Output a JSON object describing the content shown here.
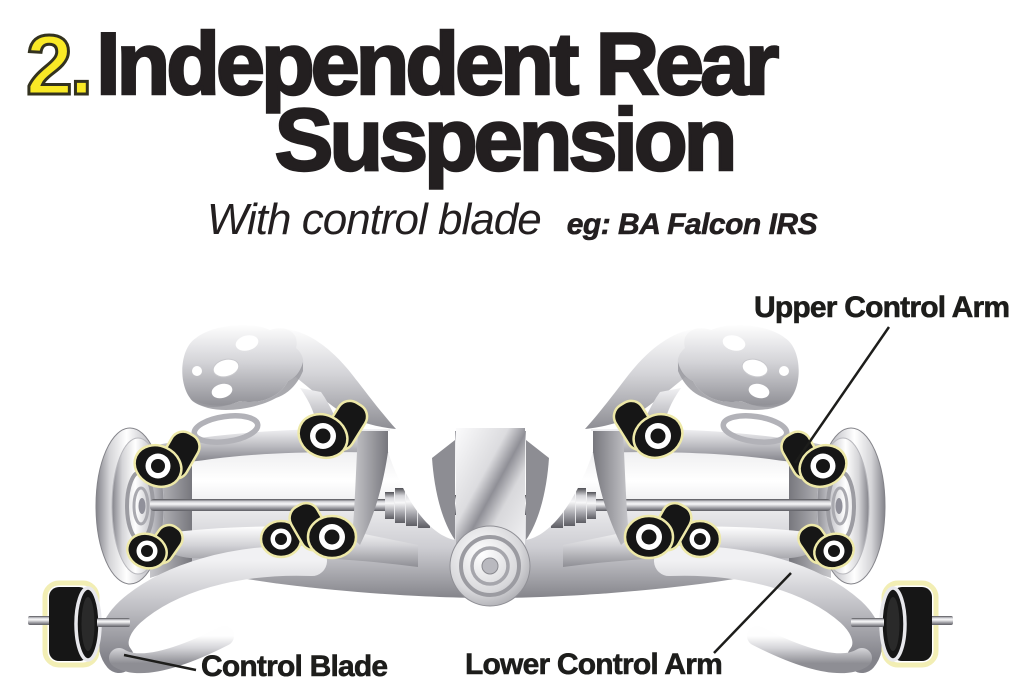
{
  "header": {
    "number": "2.",
    "title_line1": "Independent Rear",
    "title_line2": "Suspension",
    "subtitle": "With control blade",
    "subtitle_example": "eg: BA Falcon IRS"
  },
  "diagram_labels": {
    "upper_control_arm": "Upper Control Arm",
    "control_blade": "Control Blade",
    "lower_control_arm": "Lower Control Arm"
  },
  "colors": {
    "highlight_yellow": "#f9e926",
    "text_black": "#231f20",
    "bushing_halo": "#eee9a8",
    "bushing_black": "#161616",
    "metal_light": "#f2f2f4",
    "metal_mid": "#c6c6ca",
    "metal_dark": "#85858b"
  }
}
